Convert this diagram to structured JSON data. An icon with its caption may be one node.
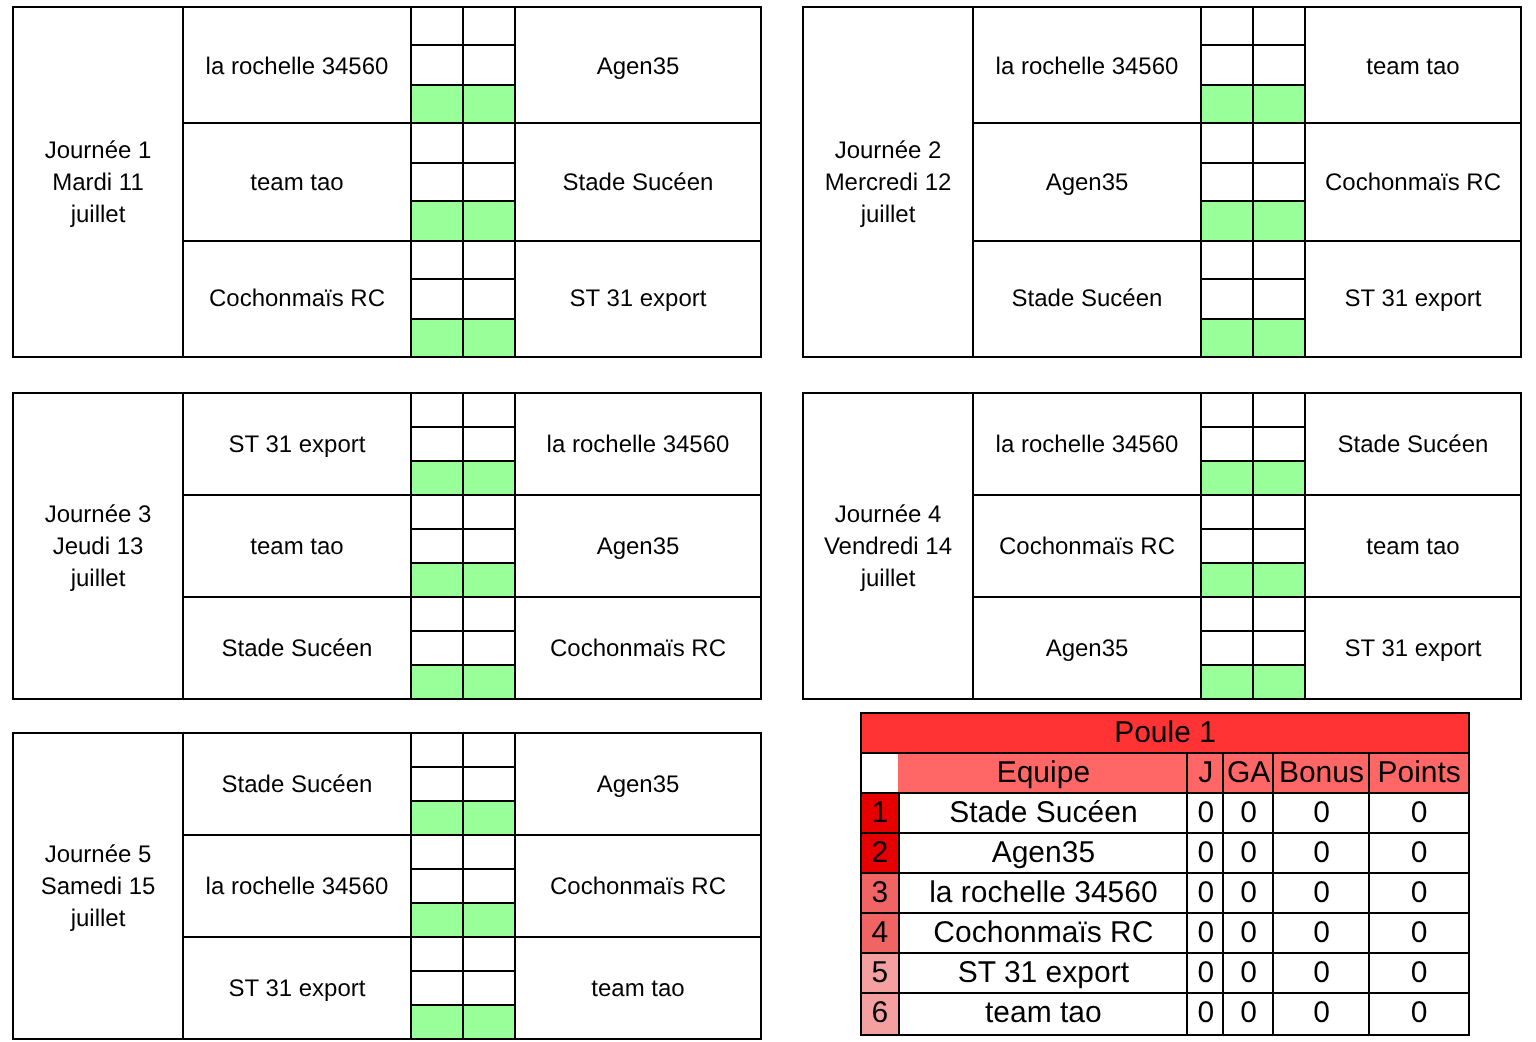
{
  "diagram": {
    "nodes": [
      {
        "text": [
          "Journée 1 Mardi 11 juillet"
        ]
      },
      {
        "text": [
          "la rochelle 34560",
          "Agen35"
        ],
        "in": 0
      },
      {
        "text": [
          "team tao",
          "Stade Sucéen"
        ],
        "in": 0
      },
      {
        "text": [
          "Cochonmaïs RC",
          "ST 31 export"
        ],
        "in": 0
      },
      {
        "text": [
          "Journée 2 Mercredi 12 juillet"
        ]
      },
      {
        "text": [
          "la rochelle 34560",
          "team tao"
        ],
        "in": 4
      },
      {
        "text": [
          "Agen35",
          "Cochonmaïs RC"
        ],
        "in": 4
      },
      {
        "text": [
          "Stade Sucéen",
          "ST 31 export"
        ],
        "in": 4
      },
      {
        "text": [
          "Journée 3 Jeudi 13 juillet"
        ]
      },
      {
        "text": [
          "ST 31 export",
          "la rochelle 34560"
        ],
        "in": 8
      },
      {
        "text": [
          "team tao",
          "Agen35"
        ],
        "in": 8
      },
      {
        "text": [
          "Stade Sucéen",
          "Cochonmaïs RC"
        ],
        "in": 8
      },
      {
        "text": [
          "Journée 4 Vendredi 14 juillet"
        ]
      },
      {
        "text": [
          "la rochelle 34560",
          "Stade Sucéen"
        ],
        "in": 12
      },
      {
        "text": [
          "Cochonmaïs RC",
          "team tao"
        ],
        "in": 12
      },
      {
        "text": [
          "Agen35",
          "ST 31 export"
        ],
        "in": 12
      },
      {
        "text": [
          "Journée 5 Samedi 15 juillet"
        ]
      },
      {
        "text": [
          "Stade Sucéen",
          "Agen35"
        ],
        "in": 16
      },
      {
        "text": [
          "la rochelle 34560",
          "Cochonmaïs RC"
        ],
        "in": 16
      },
      {
        "text": [
          "ST 31 export",
          "team tao"
        ],
        "in": 16
      }
    ],
    "labels": [
      "Poule 1",
      "Equipe",
      "J",
      "GA",
      "Bonus",
      "Points",
      "1",
      "Stade Sucéen",
      "0",
      "0",
      "0",
      "0",
      "2",
      "Agen35",
      "0",
      "0",
      "0",
      "0",
      "3",
      "la rochelle 34560",
      "0",
      "0",
      "0",
      "0",
      "4",
      "Cochonmaïs RC",
      "0",
      "0",
      "0",
      "0",
      "5",
      "ST 31 export",
      "0",
      "0",
      "0",
      "0",
      "6",
      "team tao",
      "0",
      "0",
      "0",
      "0"
    ]
  }
}
